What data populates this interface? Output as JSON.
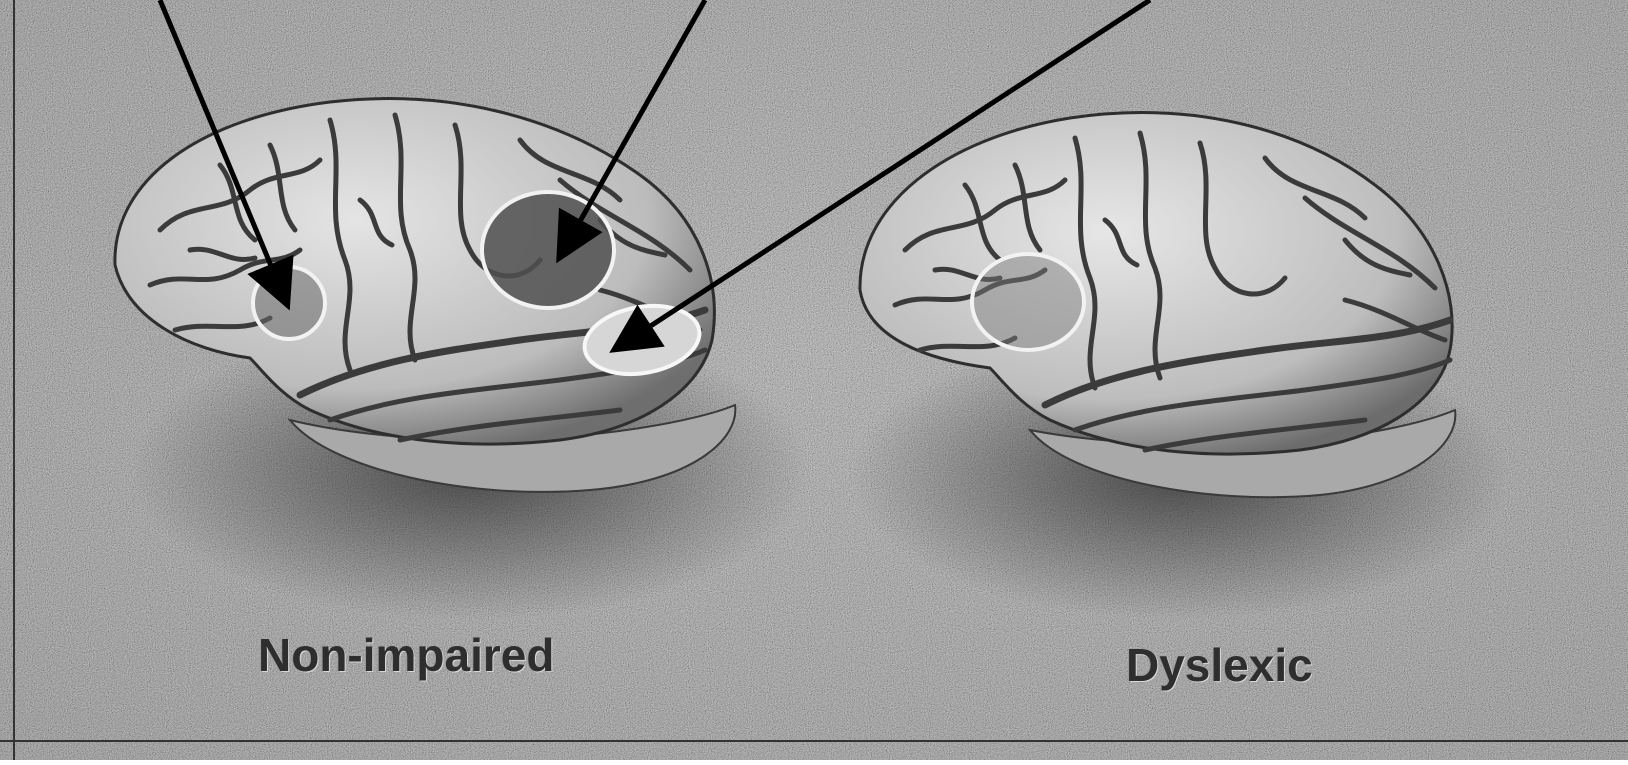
{
  "labels": {
    "left_brain": "Non-impaired",
    "right_brain": "Dyslexic"
  },
  "colors": {
    "background": "#8c8c8c",
    "brain_fill": "#d6d6d6",
    "sulci": "#3a3a3a",
    "highlight_ring": "#f2f2f2",
    "arrow": "#000000"
  },
  "regions": {
    "non_impaired": [
      "frontal-region",
      "parieto-temporal-region",
      "occipito-temporal-region"
    ],
    "dyslexic": [
      "frontal-region"
    ]
  },
  "arrows": [
    "arrow-to-frontal",
    "arrow-to-parieto-temporal",
    "arrow-to-occipito-temporal"
  ]
}
